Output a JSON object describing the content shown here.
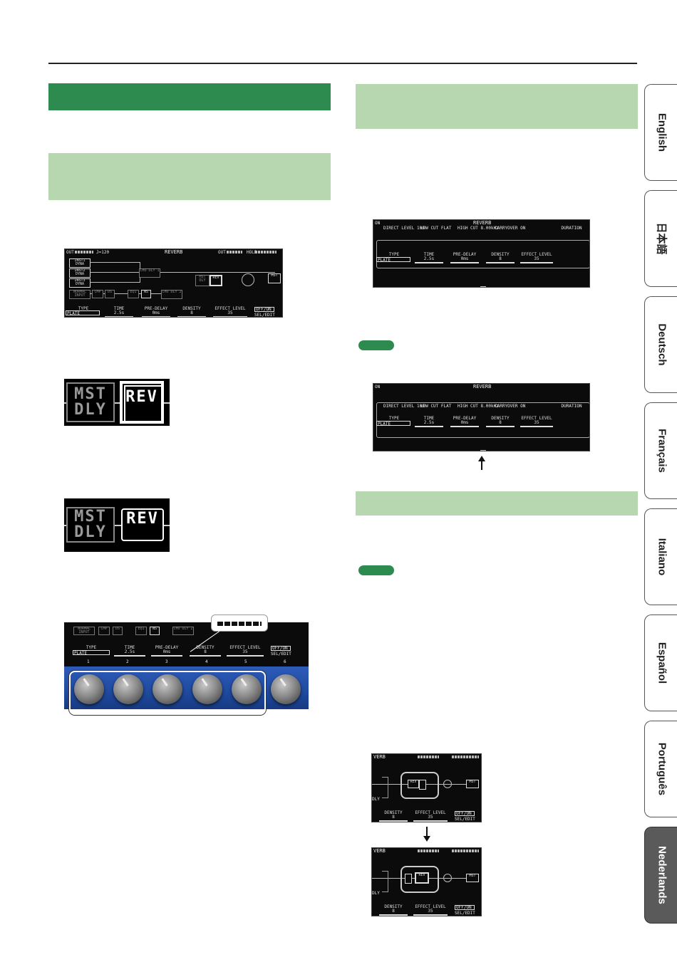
{
  "tabs": [
    {
      "label": "English",
      "active": false
    },
    {
      "label": "日本語",
      "active": false
    },
    {
      "label": "Deutsch",
      "active": false
    },
    {
      "label": "Français",
      "active": false
    },
    {
      "label": "Italiano",
      "active": false
    },
    {
      "label": "Español",
      "active": false
    },
    {
      "label": "Português",
      "active": false
    },
    {
      "label": "Nederlands",
      "active": true
    }
  ],
  "screen1": {
    "title": "REVERB",
    "tempo": "J=120",
    "out_left": "OUT",
    "out_right": "HOLD",
    "inputs": [
      "INST1 DYNA",
      "INST2 DYNA",
      "INST3 DYNA"
    ],
    "normal_input": "NORMAL INPUT",
    "blocks_row1": [
      "CHO DLY 1",
      "MST DLY",
      "REV"
    ],
    "blocks_row2": [
      "CMP",
      "DS",
      "EQ1",
      "NS",
      "CHO DLY 2"
    ],
    "master": "MST",
    "params": [
      {
        "label": "TYPE",
        "value": "PLATE"
      },
      {
        "label": "TIME",
        "value": "2.5s"
      },
      {
        "label": "PRE-DELAY",
        "value": "0ms"
      },
      {
        "label": "DENSITY",
        "value": "8"
      },
      {
        "label": "EFFECT LEVEL",
        "value": "35"
      }
    ],
    "switch_label": "OFF/ON",
    "switch_sub": "SEL/EDIT"
  },
  "zoom_selected": {
    "left": "MST DLY",
    "right": "REV"
  },
  "zoom_unselected": {
    "left": "MST DLY",
    "right": "REV"
  },
  "knob_panel": {
    "params": [
      {
        "label": "TYPE",
        "value": "PLATE"
      },
      {
        "label": "TIME",
        "value": "2.5s"
      },
      {
        "label": "PRE-DELAY",
        "value": "0ms"
      },
      {
        "label": "DENSITY",
        "value": "8"
      },
      {
        "label": "EFFECT LEVEL",
        "value": "35"
      }
    ],
    "switch_label": "OFF/ON",
    "switch_sub": "SEL/EDIT",
    "numbers": [
      "1",
      "2",
      "3",
      "4",
      "5",
      "6"
    ],
    "row_top": [
      "NORMAL INPUT",
      "CMP",
      "DS",
      "EQ1",
      "NS",
      "CHO DLY 2"
    ]
  },
  "screen_edit": {
    "status": "ON",
    "title": "REVERB",
    "top_params": [
      "DIRECT LEVEL 100",
      "LOW CUT FLAT",
      "HIGH CUT 8.00kHz",
      "CARRYOVER ON",
      "DURATION"
    ],
    "params": [
      {
        "label": "TYPE",
        "value": "PLATE"
      },
      {
        "label": "TIME",
        "value": "2.5s"
      },
      {
        "label": "PRE-DELAY",
        "value": "0ms"
      },
      {
        "label": "DENSITY",
        "value": "8"
      },
      {
        "label": "EFFECT LEVEL",
        "value": "35"
      }
    ]
  },
  "screen_edit2": {
    "status": "ON",
    "title": "REVERB",
    "top_params": [
      "DIRECT LEVEL 100",
      "LOW CUT FLAT",
      "HIGH CUT 8.00kHz",
      "CARRYOVER ON",
      "DURATION"
    ],
    "params": [
      {
        "label": "TYPE",
        "value": "PLATE"
      },
      {
        "label": "TIME",
        "value": "2.5s"
      },
      {
        "label": "PRE-DELAY",
        "value": "0ms"
      },
      {
        "label": "DENSITY",
        "value": "8"
      },
      {
        "label": "EFFECT LEVEL",
        "value": "35"
      }
    ]
  },
  "screen_small": {
    "title": "VERB",
    "block": "REV",
    "master": "MST",
    "dly": "DLY",
    "params": [
      {
        "label": "DENSITY",
        "value": "8"
      },
      {
        "label": "EFFECT LEVEL",
        "value": "35"
      }
    ],
    "switch_label": "OFF/ON",
    "switch_sub": "SEL/EDIT"
  }
}
